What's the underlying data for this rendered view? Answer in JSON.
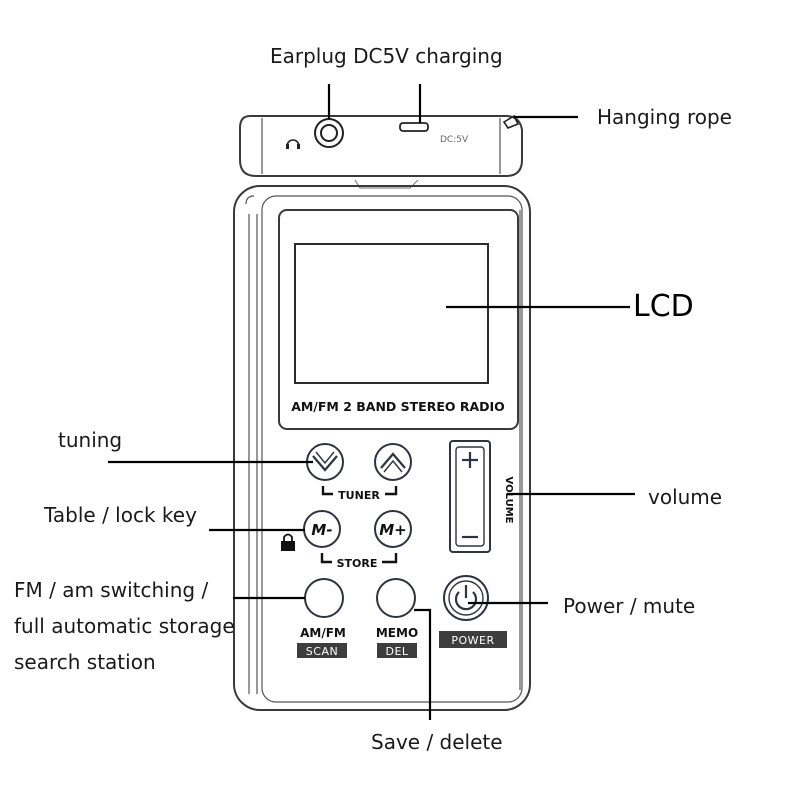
{
  "callouts": {
    "earplug_charging": "Earplug DC5V charging",
    "hanging_rope": "Hanging rope",
    "lcd": "LCD",
    "tuning": "tuning",
    "volume": "volume",
    "table_lock_key": "Table / lock key",
    "fm_am_line1": "FM / am switching /",
    "fm_am_line2": "full automatic storage",
    "fm_am_line3": "search station",
    "power_mute": "Power / mute",
    "save_delete": "Save / delete"
  },
  "device": {
    "top_label": "DC:5V",
    "band_label": "AM/FM 2 BAND STEREO RADIO",
    "tuner_label": "TUNER",
    "store_label": "STORE",
    "volume_label": "VOLUME",
    "m_minus": "M-",
    "m_plus": "M+",
    "amfm_label": "AM/FM",
    "scan_label": "SCAN",
    "memo_label": "MEMO",
    "del_label": "DEL",
    "power_label": "POWER"
  }
}
